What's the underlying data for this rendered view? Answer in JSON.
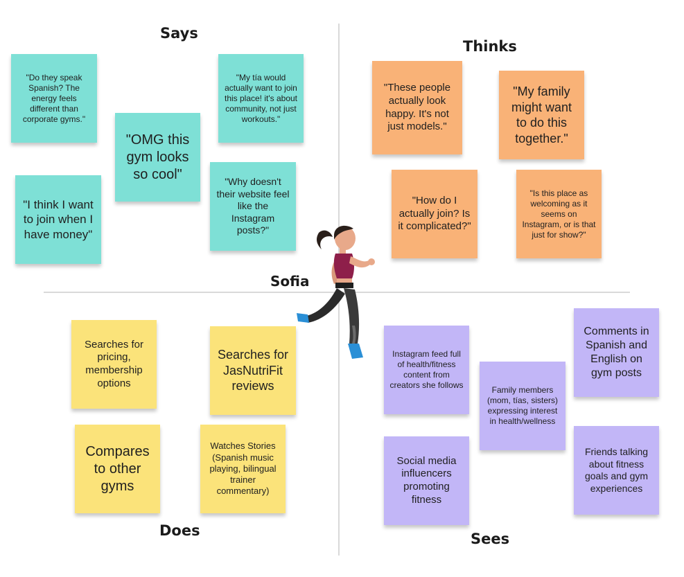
{
  "quadrants": {
    "says": "Says",
    "thinks": "Thinks",
    "does": "Does",
    "sees": "Sees"
  },
  "persona": "Sofia",
  "notes": {
    "says_1": "\"Do they speak Spanish? The energy feels different than corporate gyms.\"",
    "says_2": "\"OMG this gym looks so cool\"",
    "says_3": "\"My tía would actually want to join this place! it's about community, not just workouts.\"",
    "says_4": "\"I think I want to join when I have money\"",
    "says_5": "\"Why doesn't their website feel like the Instagram posts?\"",
    "thinks_1": "\"These people actually look happy. It's not just models.\"",
    "thinks_2": "\"My family might want to do this together.\"",
    "thinks_3": "\"How do I actually join? Is it complicated?\"",
    "thinks_4": "\"Is this place as welcoming as it seems on Instagram, or is that just for show?\"",
    "does_1": "Searches for pricing, membership options",
    "does_2": "Searches for JasNutriFit reviews",
    "does_3": "Compares to other gyms",
    "does_4": "Watches Stories (Spanish music playing, bilingual trainer commentary)",
    "sees_1": "Instagram feed full of health/fitness content from creators she follows",
    "sees_2": "Family members (mom, tías, sisters) expressing interest in health/wellness",
    "sees_3": "Comments in Spanish and English on gym posts",
    "sees_4": "Social media influencers promoting fitness",
    "sees_5": "Friends talking about fitness goals and gym experiences"
  },
  "colors": {
    "says": "#7ee0d6",
    "thinks": "#f9b277",
    "does": "#fbe37a",
    "sees": "#c2b6f7",
    "divider": "#d9d9d9"
  }
}
